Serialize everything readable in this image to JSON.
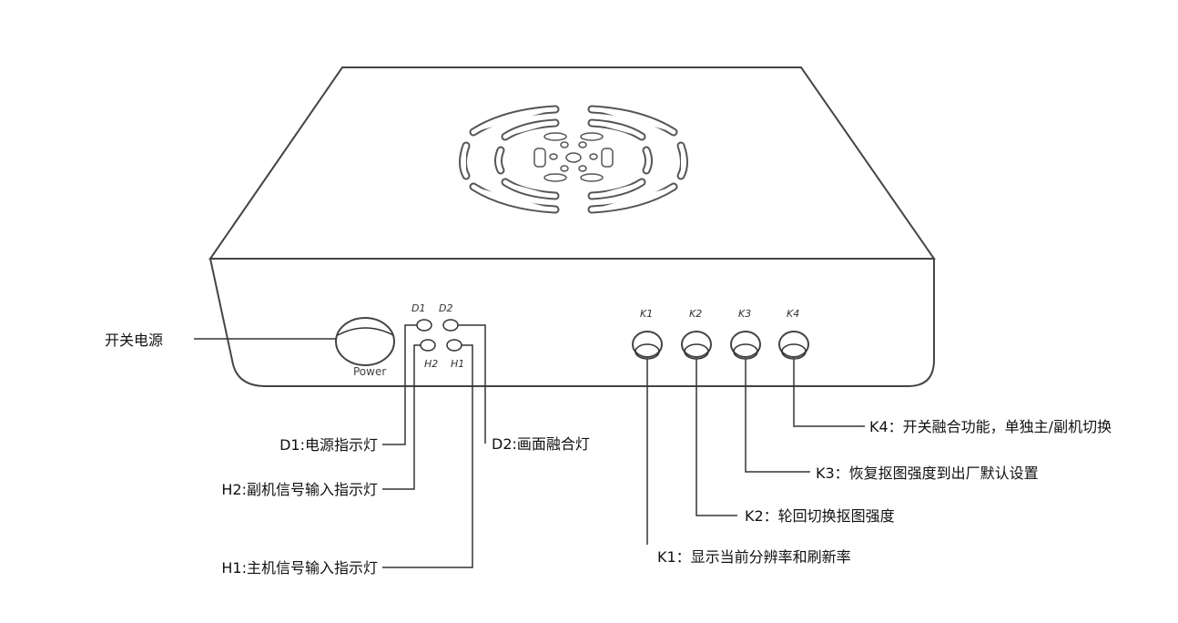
{
  "device": {
    "power_label": "Power",
    "leds": [
      "D1",
      "D2",
      "H2",
      "H1"
    ],
    "keys": [
      "K1",
      "K2",
      "K3",
      "K4"
    ]
  },
  "callouts": {
    "power": "开关电源",
    "d1": "D1:电源指示灯",
    "h2": "H2:副机信号输入指示灯",
    "h1": "H1:主机信号输入指示灯",
    "d2": "D2:画面融合灯",
    "k1": "K1：显示当前分辨率和刷新率",
    "k2": "K2：轮回切换抠图强度",
    "k3": "K3：恢复抠图强度到出厂默认设置",
    "k4": "K4：开关融合功能，单独主/副机切换"
  }
}
